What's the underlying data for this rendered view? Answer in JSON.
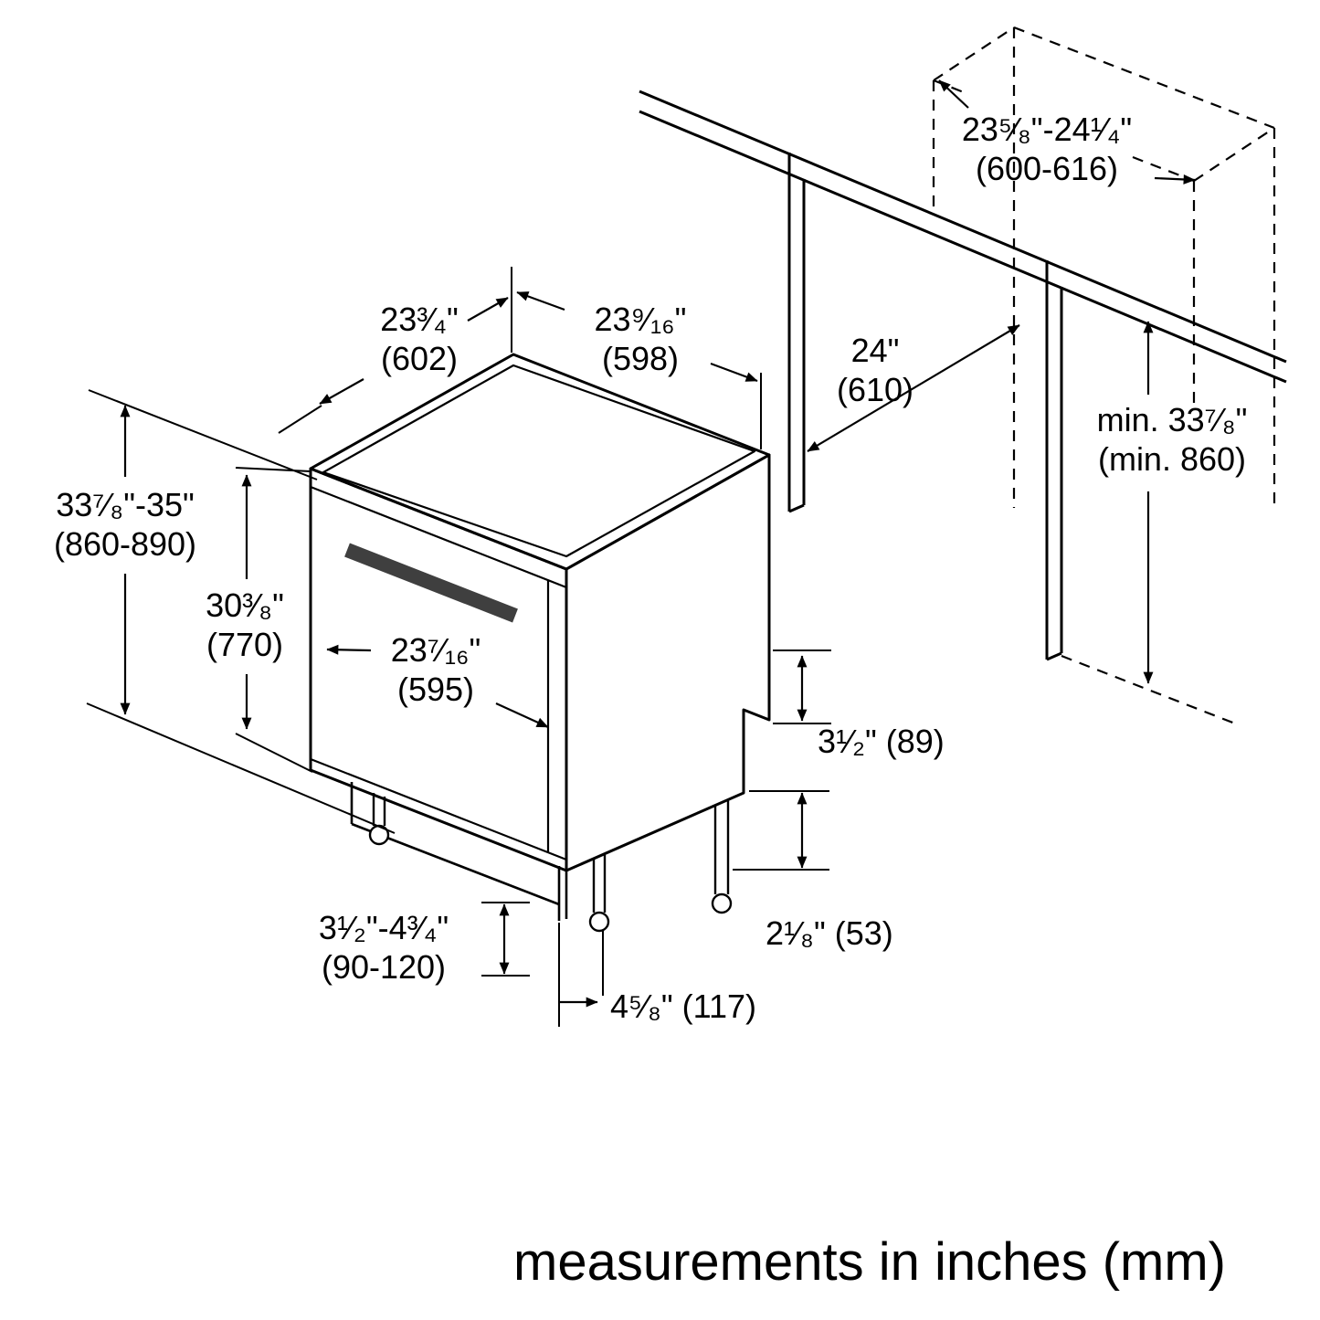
{
  "dimensions": {
    "overall_height": {
      "value": "33⁷⁄₈\"-35\"",
      "mm": "(860-890)"
    },
    "door_height": {
      "value": "30³⁄₈\"",
      "mm": "(770)"
    },
    "top_depth": {
      "value": "23³⁄₄\"",
      "mm": "(602)"
    },
    "top_width": {
      "value": "23⁹⁄₁₆\"",
      "mm": "(598)"
    },
    "front_width": {
      "value": "23⁷⁄₁₆\"",
      "mm": "(595)"
    },
    "cabinet_depth": {
      "value": "24\"",
      "mm": "(610)"
    },
    "niche_width": {
      "value": "23⁵⁄₈\"-24¹⁄₄\"",
      "mm": "(600-616)"
    },
    "niche_height": {
      "value": "min. 33⁷⁄₈\"",
      "mm": "(min. 860)"
    },
    "toekick_height": {
      "value": "3¹⁄₂\" (89)"
    },
    "rear_foot_height": {
      "value": "2¹⁄₈\" (53)"
    },
    "leg_adjust_range": {
      "value": "3¹⁄₂\"-4³⁄₄\"",
      "mm": "(90-120)"
    },
    "foot_inset": {
      "value": "4⁵⁄₈\" (117)"
    }
  },
  "footer": {
    "text": "measurements in inches (mm)"
  },
  "colors": {
    "line": "#000000",
    "handle": "#3f3f3f",
    "background": "#ffffff"
  }
}
